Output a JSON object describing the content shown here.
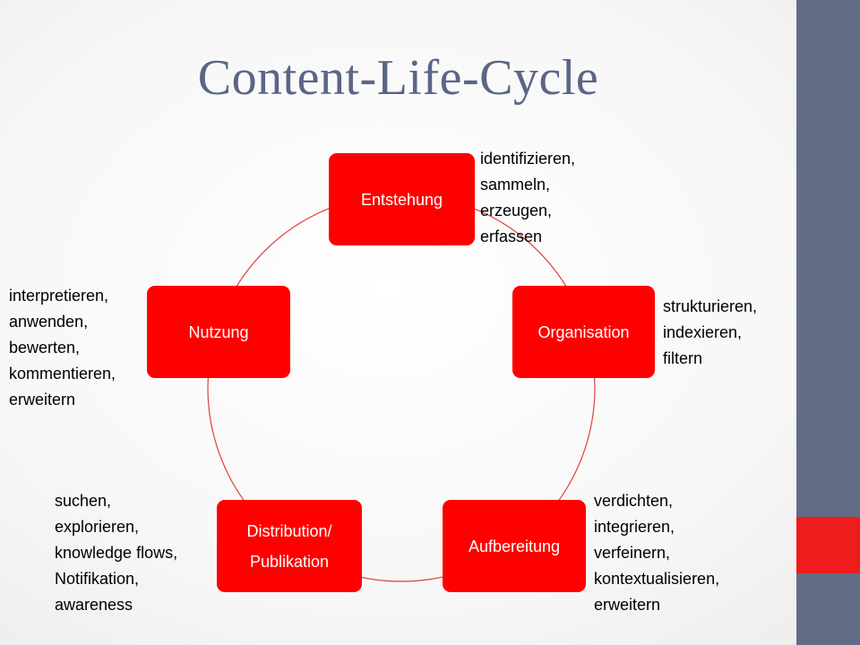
{
  "slide": {
    "title": "Content-Life-Cycle",
    "accent_color": "#ff0000",
    "sidebar_color": "#646b86",
    "sidebar_accent_color": "#ee1c1c"
  },
  "diagram": {
    "stages": [
      {
        "label": "Entstehung",
        "description": "identifizieren,\nsammeln,\nerzeugen,\nerfassen"
      },
      {
        "label": "Organisation",
        "description": "strukturieren,\nindexieren,\nfiltern"
      },
      {
        "label": "Aufbereitung",
        "description": "verdichten,\nintegrieren,\nverfeinern,\nkontextualisieren,\nerweitern"
      },
      {
        "label_line1": "Distribution/",
        "label_line2": "Publikation",
        "description": "suchen,\nexplorieren,\nknowledge flows,\nNotifikation,\nawareness"
      },
      {
        "label": "Nutzung",
        "description": "interpretieren,\nanwenden,\nbewerten,\nkommentieren,\nerweitern"
      }
    ]
  }
}
